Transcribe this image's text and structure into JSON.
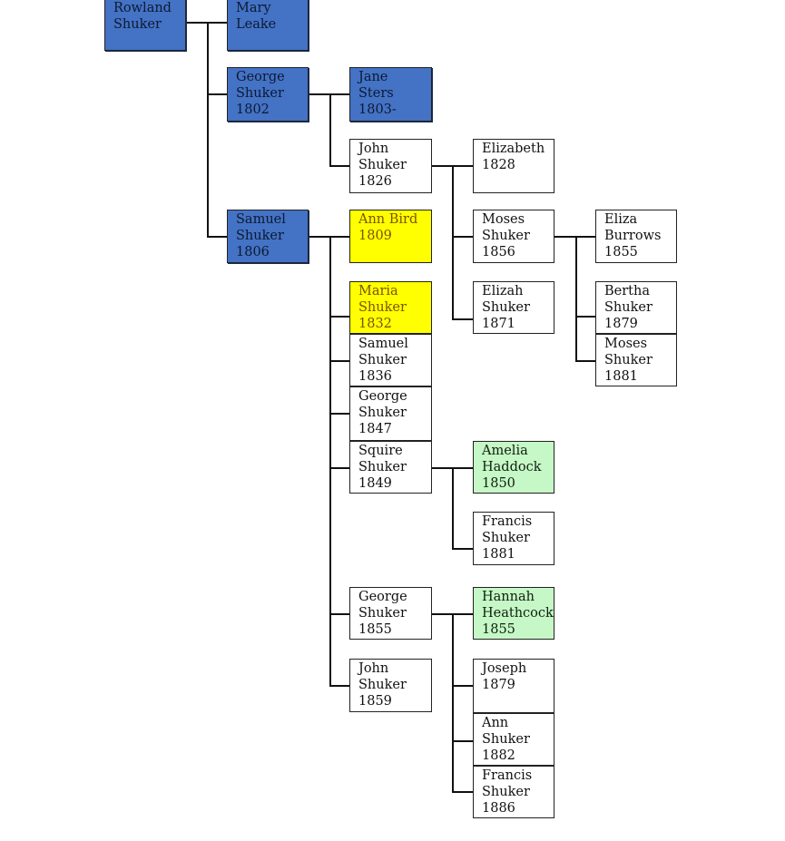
{
  "tree": {
    "rowland": "Rowland\nShuker",
    "mary": "Mary\nLeake",
    "george_1802": "George\nShuker\n1802",
    "jane": "Jane  Sters\n1803-",
    "john_1826": "John\nShuker\n1826",
    "elizabeth": "Elizabeth\n1828",
    "samuel_1806": "Samuel\nShuker\n1806",
    "ann_bird": "Ann Bird\n1809",
    "moses_1856": "Moses\nShuker\n1856",
    "eliza_burrows": "Eliza\nBurrows\n1855",
    "maria": "Maria\nShuker\n1832",
    "elizah": "Elizah\nShuker\n1871",
    "bertha": "Bertha\nShuker\n1879",
    "samuel_1836": "Samuel\nShuker\n1836",
    "moses_1881": "Moses\nShuker\n1881",
    "george_1847": "George\nShuker\n1847",
    "squire": "Squire\nShuker\n1849",
    "amelia": "Amelia\nHaddock\n1850",
    "francis_1881": "Francis\nShuker\n1881",
    "george_1855": "George\nShuker\n1855",
    "hannah": "Hannah\nHeathcock\n1855",
    "john_1859": "John\nShuker\n1859",
    "joseph": "Joseph\n1879",
    "ann_1882": "Ann\nShuker\n1882",
    "francis_1886": "Francis\nShuker\n1886"
  },
  "colors": {
    "ancestor_blue": "#4472c4",
    "highlight_yellow": "#ffff00",
    "spouse_green": "#c6f7c6"
  }
}
